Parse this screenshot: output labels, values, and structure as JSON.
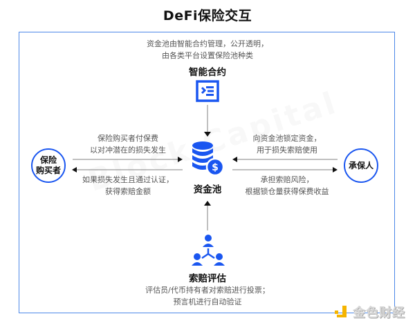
{
  "title": "DeFi保险交互",
  "smart_contract": {
    "description_lines": [
      "资金池由智能合约管理，公开透明，",
      "由各类平台设置保险池种类"
    ],
    "label": "智能合约",
    "icon": "contract-list-icon"
  },
  "pool": {
    "label": "资金池",
    "icon": "coin-stack-dollar-icon"
  },
  "buyer": {
    "label_lines": [
      "保险",
      "购买者"
    ]
  },
  "underwriter": {
    "label": "承保人"
  },
  "left_top_text": [
    "保险购买者付保费",
    "以对冲潜在的损失发生"
  ],
  "left_bottom_text": [
    "如果损失发生且通过认证，",
    "获得索赔金额"
  ],
  "right_top_text": [
    "向资金池锁定资金，",
    "用于损失索赔使用"
  ],
  "right_bottom_text": [
    "承担索赔风险，",
    "根据锁仓量获得保费收益"
  ],
  "claims": {
    "label": "索赔评估",
    "icon": "people-network-icon",
    "description_lines": [
      "评估员/代币持有者对索赔进行投票；",
      "预言机进行自动验证"
    ]
  },
  "watermark": "Block Capital",
  "logo": {
    "text": "金色财经",
    "icon": "jinse-logo-icon"
  },
  "colors": {
    "accent": "#1a56f0",
    "frame": "#4a86e8",
    "arrow": "#999999",
    "logo": "#f5b400"
  }
}
